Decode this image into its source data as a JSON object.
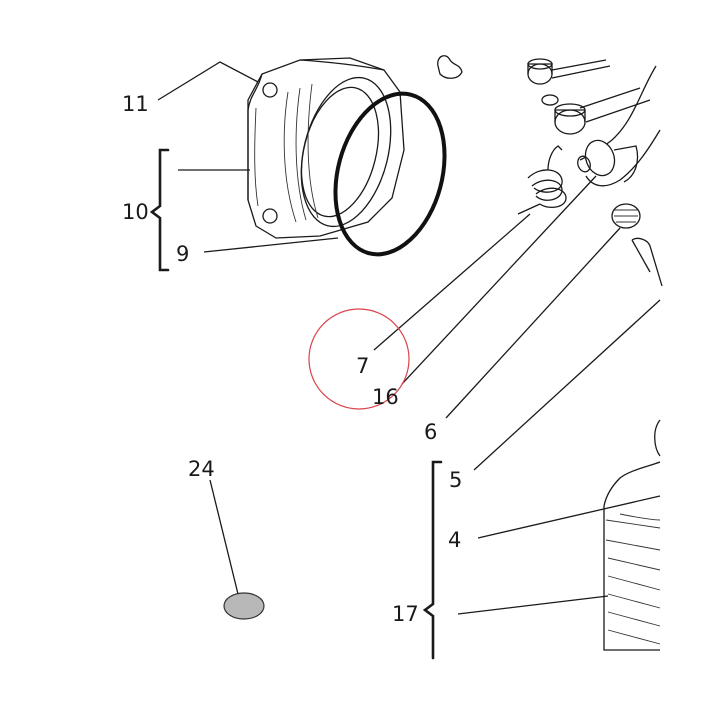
{
  "labels": {
    "l11": "11",
    "l10": "10",
    "l9": "9",
    "l7": "7",
    "l16": "16",
    "l6": "6",
    "l5": "5",
    "l4": "4",
    "l17": "17",
    "l24": "24"
  },
  "highlight": {
    "label": "7",
    "color": "#d9434b"
  },
  "colors": {
    "line": "#1a1a1a",
    "background": "#ffffff"
  }
}
